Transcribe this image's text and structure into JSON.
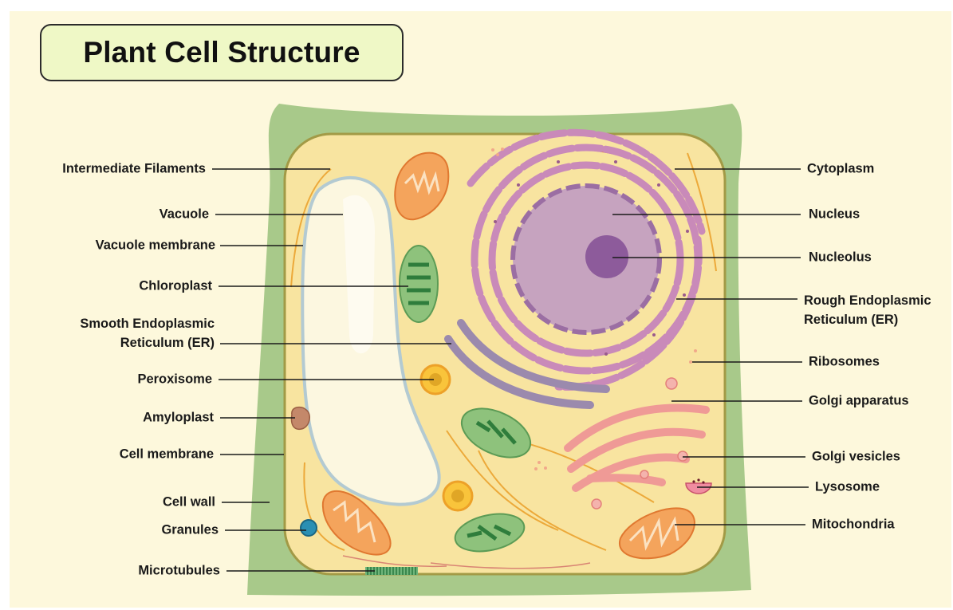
{
  "title": "Plant Cell Structure",
  "labels": {
    "intermediate_filaments": "Intermediate Filaments",
    "vacuole": "Vacuole",
    "vacuole_membrane": "Vacuole membrane",
    "chloroplast": "Chloroplast",
    "smooth_er": [
      "Smooth Endoplasmic",
      "Reticulum (ER)"
    ],
    "peroxisome": "Peroxisome",
    "amyloplast": "Amyloplast",
    "cell_membrane": "Cell membrane",
    "cell_wall": "Cell wall",
    "granules": "Granules",
    "microtubules": "Microtubules",
    "cytoplasm": "Cytoplasm",
    "nucleus": "Nucleus",
    "nucleolus": "Nucleolus",
    "rough_er": [
      "Rough Endoplasmic",
      "Reticulum (ER)"
    ],
    "ribosomes": "Ribosomes",
    "golgi_apparatus": "Golgi apparatus",
    "golgi_vesicles": "Golgi vesicles",
    "lysosome": "Lysosome",
    "mitochondria": "Mitochondria"
  },
  "colors": {
    "cell_wall": "#a8c98a",
    "cytoplasm": "#f8e4a0",
    "title_box": "#eff8c6",
    "nucleus": "#c6a3bf",
    "nucleolus": "#8d5b9b"
  }
}
